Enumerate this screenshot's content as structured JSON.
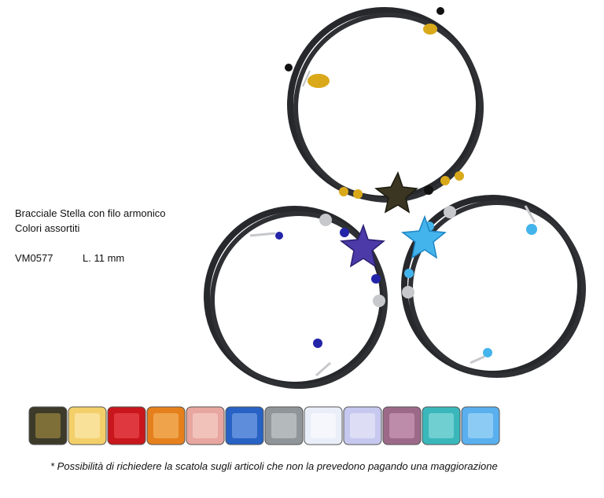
{
  "product": {
    "name": "Bracciale Stella con filo armonico",
    "colors_note": "Colori assortiti",
    "code": "VM0577",
    "size": "L. 11 mm"
  },
  "footnote": "* Possibilità di richiedere la scatola sugli articoli che non la prevedono pagando una maggiorazione",
  "swatches": [
    {
      "color": "#3d3a2a",
      "accent": "#b59a46"
    },
    {
      "color": "#f3cf6a",
      "accent": "#fdf0c0"
    },
    {
      "color": "#c9161d",
      "accent": "#f0555a"
    },
    {
      "color": "#e5801d",
      "accent": "#f8c171"
    },
    {
      "color": "#e8a6a0",
      "accent": "#f8d8d0"
    },
    {
      "color": "#2762c4",
      "accent": "#8db1f0"
    },
    {
      "color": "#8f9598",
      "accent": "#d4d8da"
    },
    {
      "color": "#e9eef8",
      "accent": "#ffffff"
    },
    {
      "color": "#c7c8ef",
      "accent": "#eeeefc"
    },
    {
      "color": "#9c6a88",
      "accent": "#d7a8c6"
    },
    {
      "color": "#3ab7ba",
      "accent": "#9de4e4"
    },
    {
      "color": "#5ab0ee",
      "accent": "#b7e1fa"
    }
  ],
  "colors": {
    "cord": "#26282c",
    "gold": "#d9a91a",
    "silver": "#c6c8cc",
    "star_black": "#3a3622",
    "star_violet": "#4b3aa8",
    "star_aqua": "#43b4ec"
  }
}
